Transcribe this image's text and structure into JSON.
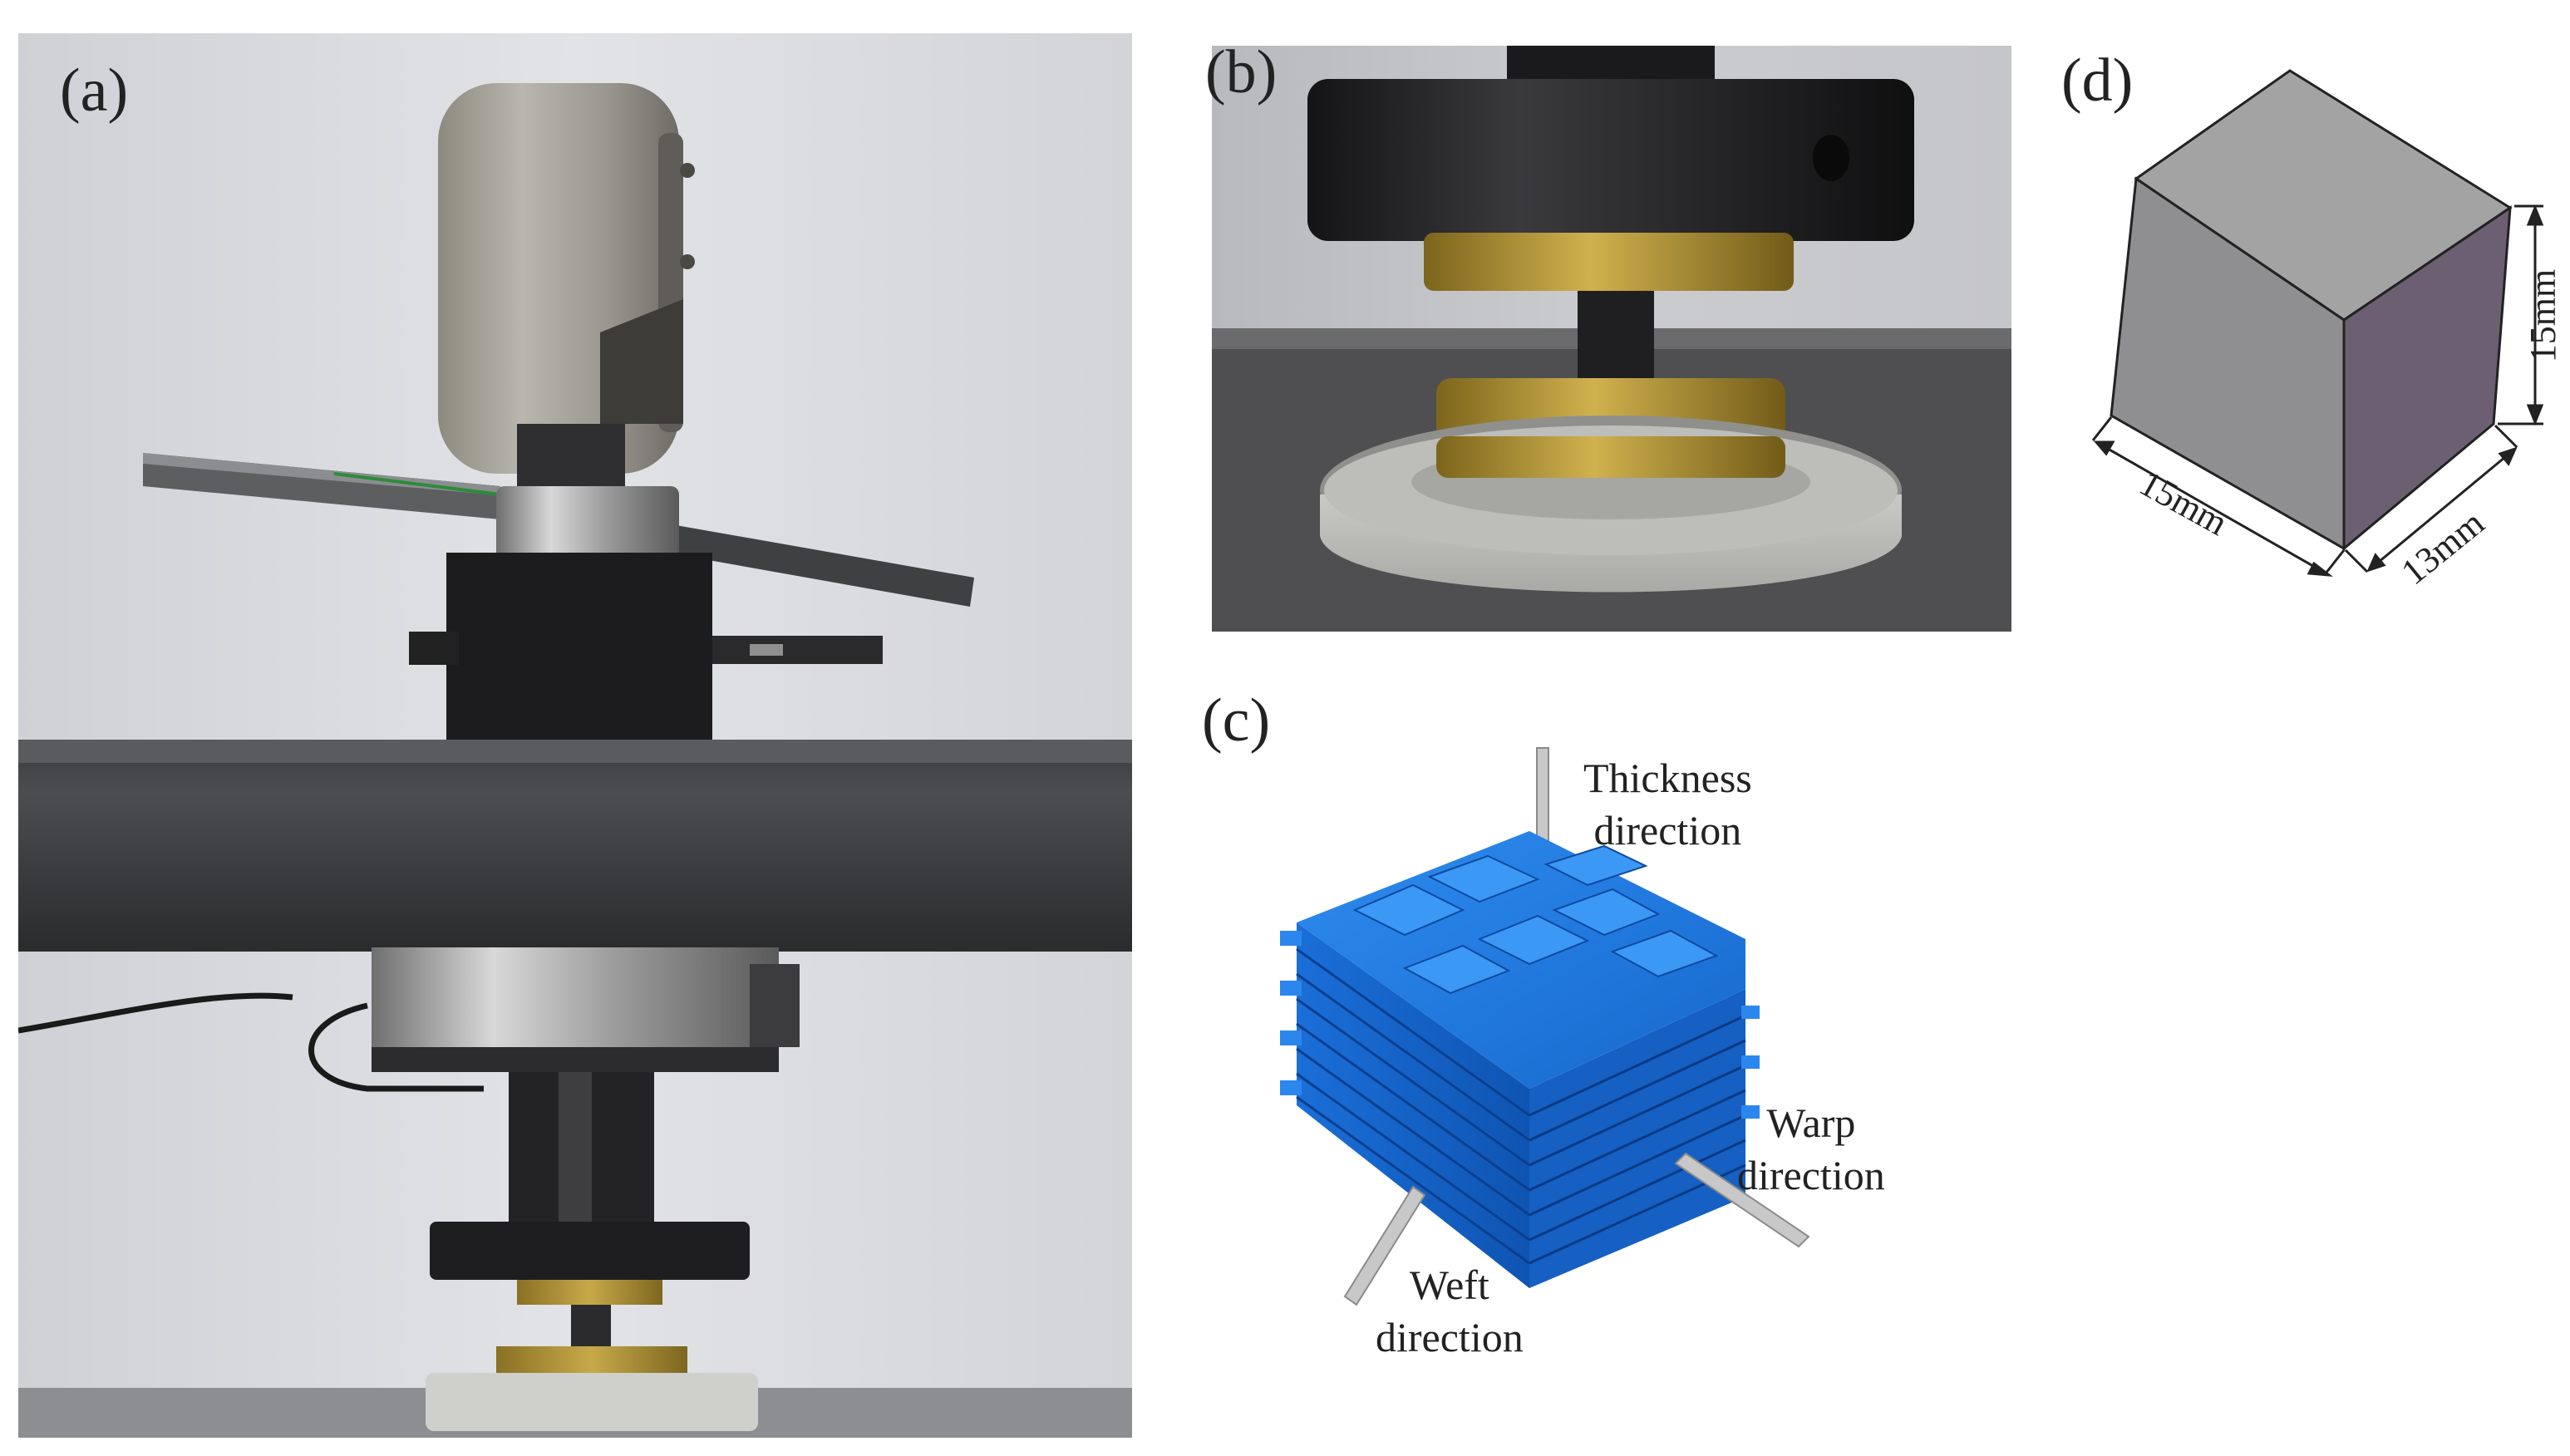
{
  "figure": {
    "panels": {
      "a": {
        "label": "(a)"
      },
      "b": {
        "label": "(b)"
      },
      "c": {
        "label": "(c)",
        "thickness_direction": "Thickness direction",
        "thickness_line1": "Thickness",
        "thickness_line2": "direction",
        "warp_line1": "Warp",
        "warp_line2": "direction",
        "weft_line1": "Weft",
        "weft_line2": "direction"
      },
      "d": {
        "label": "(d)",
        "height_dim": "15mm",
        "width_dim": "15mm",
        "depth_dim": "13mm"
      }
    },
    "colors": {
      "background": "#ffffff",
      "fabric_blue": "#1f7fe6",
      "cube_front": "#8f8f91",
      "cube_top": "#a3a3a4",
      "cube_side": "#6c5f72",
      "brass": "#b89a3a",
      "machine_black": "#1c1c1e"
    }
  }
}
